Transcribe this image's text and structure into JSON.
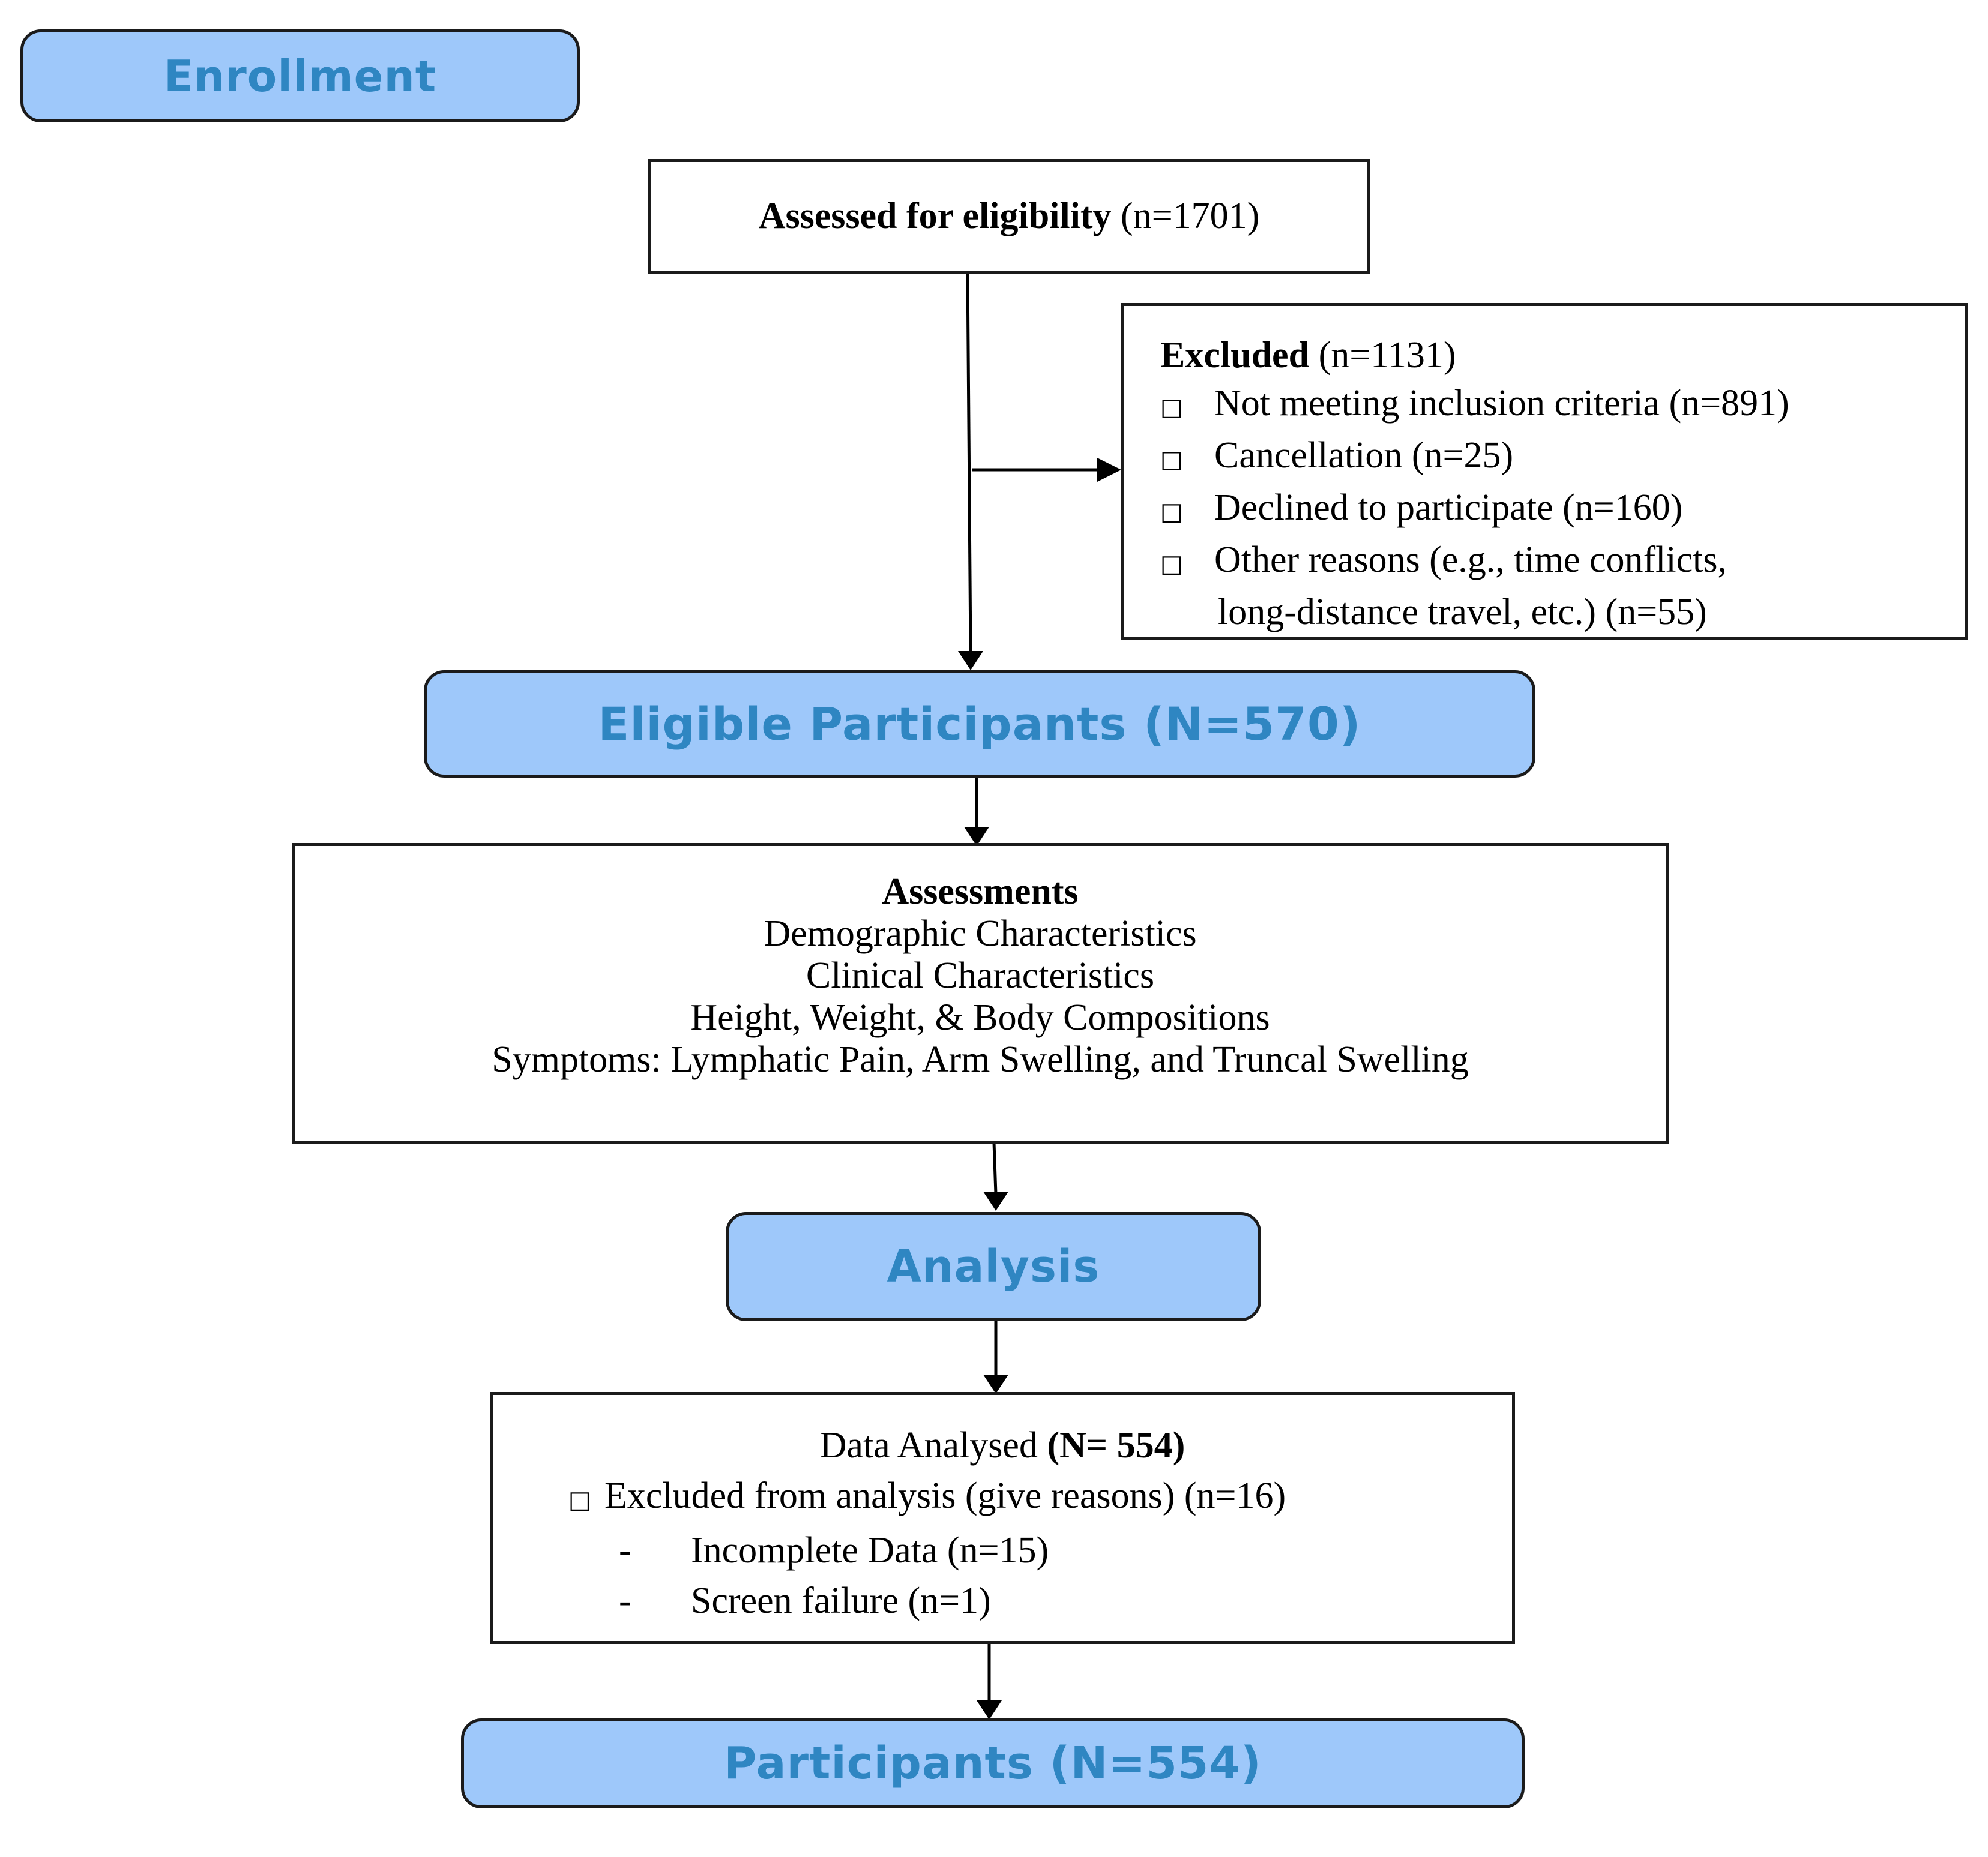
{
  "phases": {
    "enrollment": "Enrollment",
    "eligible": "Eligible Participants (N=570)",
    "analysis": "Analysis",
    "participants": "Participants (N=554)"
  },
  "assessed": {
    "label": "Assessed for eligibility",
    "count": "(n=1701)"
  },
  "excluded": {
    "label": "Excluded",
    "count": "(n=1131)",
    "bullet": "□",
    "items": [
      {
        "text": "Not meeting inclusion criteria",
        "count": "(n=891)"
      },
      {
        "text": "Cancellation",
        "count": "(n=25)"
      },
      {
        "text": "Declined to participate",
        "count": "(n=160)"
      },
      {
        "text": "Other reasons (e.g., time conflicts,",
        "text2": "long-distance travel, etc.)",
        "count": "(n=55)"
      }
    ]
  },
  "assessments": {
    "title": "Assessments",
    "lines": [
      "Demographic Characteristics",
      "Clinical Characteristics",
      "Height, Weight, & Body Compositions",
      "Symptoms: Lymphatic Pain, Arm Swelling, and Truncal Swelling"
    ]
  },
  "data_analysed": {
    "label": "Data Analysed",
    "count": "(N= 554)",
    "excluded_text": "Excluded from analysis (give reasons)",
    "excluded_count": "(n=16)",
    "reasons_marker": "-",
    "reasons": [
      "Incomplete Data (n=15)",
      "Screen failure (n=1)"
    ]
  }
}
